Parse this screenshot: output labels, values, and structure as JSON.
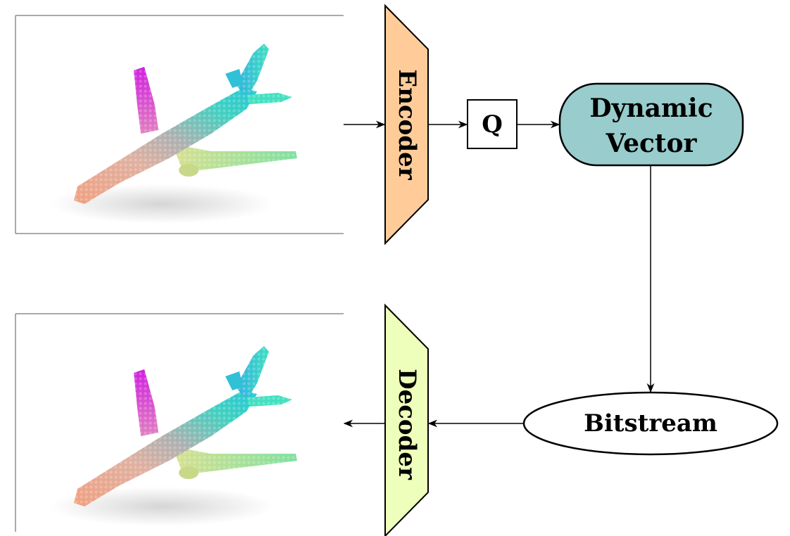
{
  "encoder": {
    "label": "Encoder"
  },
  "decoder": {
    "label": "Decoder"
  },
  "quantizer": {
    "label": "Q"
  },
  "dynamic_vector": {
    "line1": "Dynamic",
    "line2": "Vector"
  },
  "bitstream": {
    "label": "Bitstream"
  },
  "colors": {
    "encoder_fill": "#FFCC99",
    "decoder_fill": "#EEFFBB",
    "dynamic_vector_fill": "#99CCCC",
    "bitstream_fill": "#FFFFFF",
    "stroke": "#000000",
    "point_cloud_gradient": [
      "#F0A080",
      "#E070E0",
      "#A0A0A0",
      "#30D0D0",
      "#A0E070"
    ]
  },
  "images": [
    {
      "name": "input-airplane-point-cloud"
    },
    {
      "name": "reconstructed-airplane-point-cloud"
    }
  ]
}
